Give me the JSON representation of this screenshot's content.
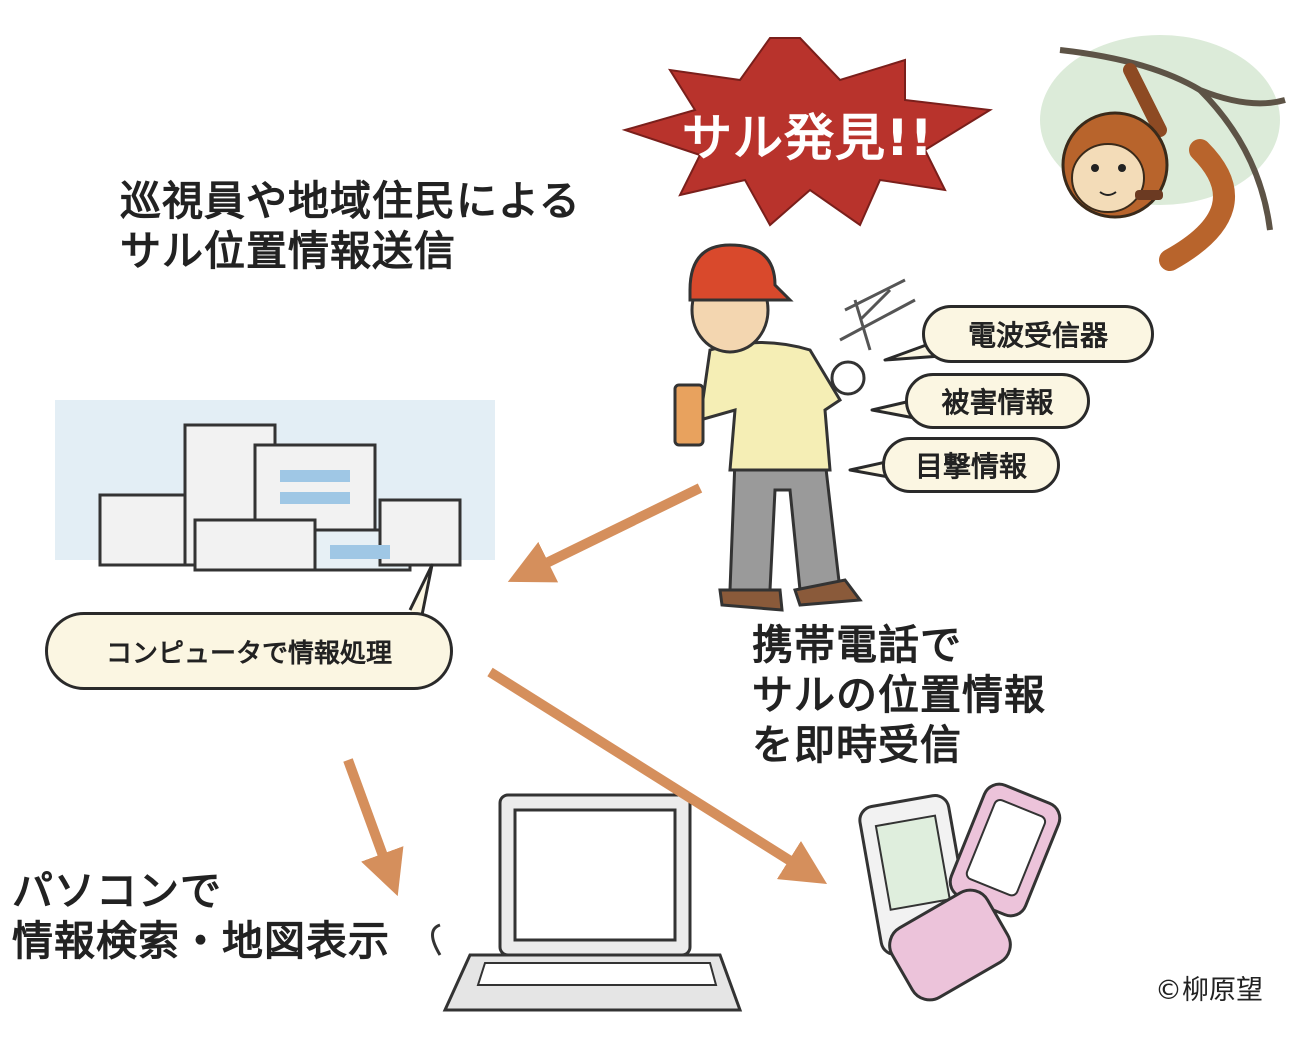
{
  "burst": {
    "text": "サル発見!!",
    "color": "#b8332c"
  },
  "caption_patrol": [
    "巡視員や地域住民による",
    "サル位置情報送信"
  ],
  "bubbles": {
    "radio": "電波受信器",
    "damage": "被害情報",
    "sighting": "目撃情報",
    "computer": "コンピュータで情報処理"
  },
  "caption_phone": [
    "携帯電話で",
    "サルの位置情報",
    "を即時受信"
  ],
  "caption_pc": [
    "パソコンで",
    "情報検索・地図表示"
  ],
  "credit": "©柳原望",
  "colors": {
    "arrow": "#d58f5c",
    "bubble_fill": "#fbf6e2",
    "text": "#222222"
  }
}
